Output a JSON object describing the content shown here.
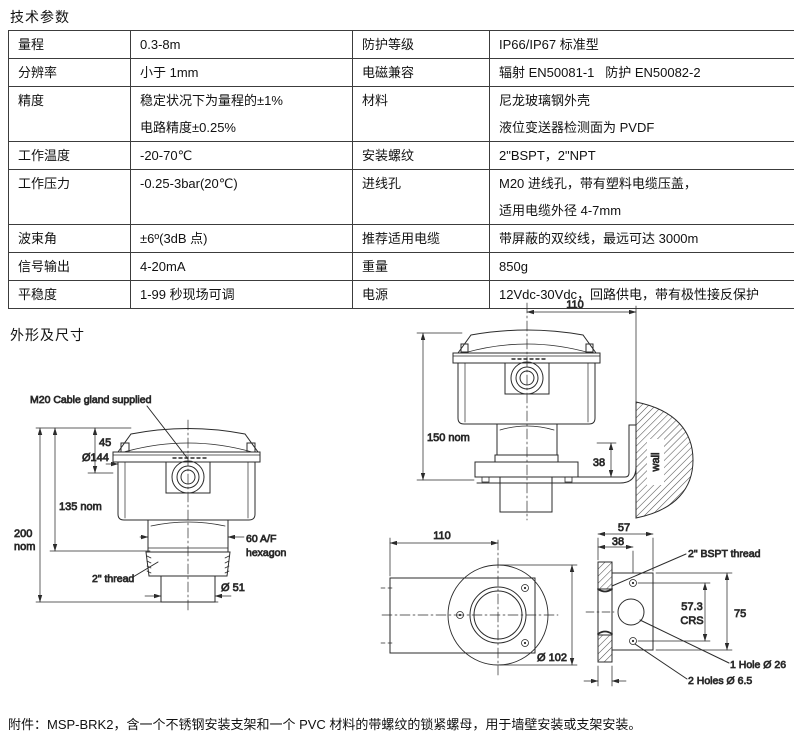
{
  "page": {
    "title": "技术参数",
    "section2_title": "外形及尺寸",
    "footer_note": "附件：MSP-BRK2，含一个不锈钢安装支架和一个 PVC 材料的带螺纹的锁紧螺母，用于墙壁安装或支架安装。"
  },
  "spec_table": {
    "rows": [
      {
        "label1": "量程",
        "value1": [
          "0.3-8m"
        ],
        "label2": "防护等级",
        "value2": [
          "IP66/IP67 标准型"
        ]
      },
      {
        "label1": "分辨率",
        "value1": [
          "小于 1mm"
        ],
        "label2": "电磁兼容",
        "value2": [
          "辐射 EN50081-1   防护 EN50082-2"
        ]
      },
      {
        "label1": "精度",
        "value1": [
          "稳定状况下为量程的±1%",
          "电路精度±0.25%"
        ],
        "label2": "材料",
        "value2": [
          "尼龙玻璃钢外壳",
          "液位变送器检测面为 PVDF"
        ]
      },
      {
        "label1": "工作温度",
        "value1": [
          "-20-70℃"
        ],
        "label2": "安装螺纹",
        "value2": [
          "2\"BSPT，2\"NPT"
        ]
      },
      {
        "label1": "工作压力",
        "value1": [
          "-0.25-3bar(20℃)"
        ],
        "label2": "进线孔",
        "value2": [
          "M20 进线孔，带有塑料电缆压盖，",
          "适用电缆外径 4-7mm"
        ]
      },
      {
        "label1": "波束角",
        "value1": [
          "±6º(3dB 点)"
        ],
        "label2": "推荐适用电缆",
        "value2": [
          "带屏蔽的双绞线，最远可达 3000m"
        ]
      },
      {
        "label1": "信号输出",
        "value1": [
          "4-20mA"
        ],
        "label2": "重量",
        "value2": [
          "850g"
        ]
      },
      {
        "label1": "平稳度",
        "value1": [
          "1-99 秒现场可调"
        ],
        "label2": "电源",
        "value2": [
          "12Vdc-30Vdc，回路供电，带有极性接反保护"
        ]
      }
    ]
  },
  "drawings": {
    "front_view": {
      "cable_gland_label": "M20 Cable gland supplied",
      "dim_lid_height": "45",
      "dim_body_dia": "Ø144",
      "dim_135": "135 nom",
      "dim_200_line1": "200",
      "dim_200_line2": "nom",
      "hex_label_line1": "60 A/F",
      "hex_label_line2": "hexagon",
      "thread_label": "2\" thread",
      "dim_probe_dia": "Ø 51"
    },
    "side_view": {
      "dim_width": "110",
      "dim_height": "150 nom",
      "dim_bracket": "38",
      "wall_label": "wall"
    },
    "bracket_plan": {
      "dim_length": "110",
      "dim_flange_dia": "Ø 102"
    },
    "bracket_side": {
      "dim_depth": "57",
      "dim_hole_offset": "38",
      "thread_label": "2\" BSPT thread",
      "crs_line1": "57.3",
      "crs_line2": "CRS",
      "dim_height": "75",
      "hole_label": "1 Hole Ø 26",
      "holes_label": "2 Holes Ø 6.5"
    }
  }
}
